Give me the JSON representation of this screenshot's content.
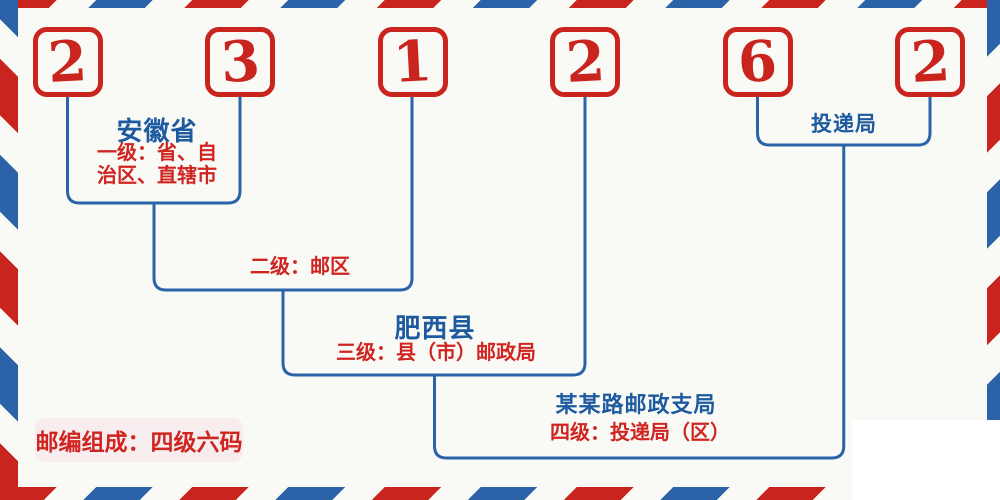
{
  "colors": {
    "red": "#c9241d",
    "blue": "#2b62a8",
    "line_blue": "#2c63a8",
    "text_blue": "#1e5aa0",
    "text_red": "#d02420",
    "bg": "#f9faf5",
    "badge_bg": "#f7edee"
  },
  "postal_code": {
    "digits": [
      "2",
      "3",
      "1",
      "2",
      "6",
      "2"
    ]
  },
  "annotations": {
    "level1": {
      "place": "安徽省",
      "line1": "一级：省、自",
      "line2": "治区、直辖市"
    },
    "level2": {
      "label": "二级：邮区"
    },
    "level3": {
      "place": "肥西县",
      "label": "三级：县（市）邮政局"
    },
    "level4": {
      "place": "某某路邮政支局",
      "label": "四级：投递局（区）"
    },
    "delivery": {
      "place": "投递局"
    }
  },
  "badge": {
    "label": "邮编组成：四级六码"
  }
}
